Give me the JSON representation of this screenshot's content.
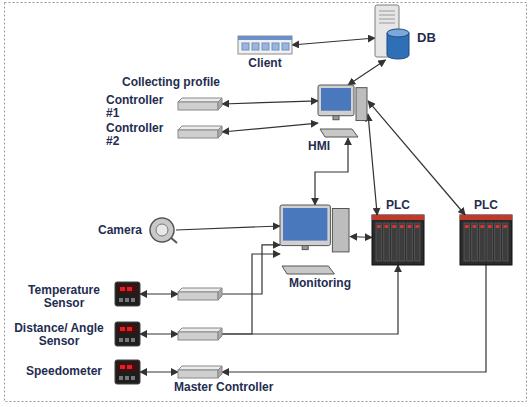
{
  "diagram": {
    "nodes": [
      {
        "text": [
          "DB"
        ]
      },
      {
        "text": [
          "Client"
        ]
      },
      {
        "text": [
          "Controller #1"
        ]
      },
      {
        "text": [
          "Controller #2"
        ]
      },
      {
        "text": [
          "HMI"
        ]
      },
      {
        "text": [
          "Camera"
        ]
      },
      {
        "text": [
          "Monitoring"
        ]
      },
      {
        "text": [
          "PLC"
        ]
      },
      {
        "text": [
          "PLC"
        ]
      },
      {
        "text": [
          "Temperature Sensor"
        ]
      },
      {
        "text": []
      },
      {
        "text": [
          "Distance/ Angle Sensor"
        ]
      },
      {
        "text": []
      },
      {
        "text": [
          "Speedometer"
        ]
      },
      {
        "text": [
          "Master Controller"
        ]
      }
    ],
    "edges": [
      {
        "from": 1,
        "to": 0,
        "arrow": "both"
      },
      {
        "from": 0,
        "to": 4,
        "arrow": "both"
      },
      {
        "from": 2,
        "to": 4,
        "arrow": "both"
      },
      {
        "from": 3,
        "to": 4,
        "arrow": "both"
      },
      {
        "from": 4,
        "to": 6,
        "arrow": "both"
      },
      {
        "from": 4,
        "to": 7,
        "arrow": "both"
      },
      {
        "from": 4,
        "to": 8,
        "arrow": "both"
      },
      {
        "from": 5,
        "to": 6,
        "arrow": "to"
      },
      {
        "from": 6,
        "to": 7,
        "arrow": "both"
      },
      {
        "from": 9,
        "to": 10,
        "arrow": "both"
      },
      {
        "from": 10,
        "to": 6,
        "arrow": "to"
      },
      {
        "from": 11,
        "to": 12,
        "arrow": "both"
      },
      {
        "from": 12,
        "to": 6,
        "arrow": "to"
      },
      {
        "from": 12,
        "to": 7,
        "arrow": "to"
      },
      {
        "from": 13,
        "to": 14,
        "arrow": "both"
      },
      {
        "from": 8,
        "to": 14,
        "arrow": "to"
      }
    ],
    "labels": [
      "Collecting profile"
    ]
  }
}
